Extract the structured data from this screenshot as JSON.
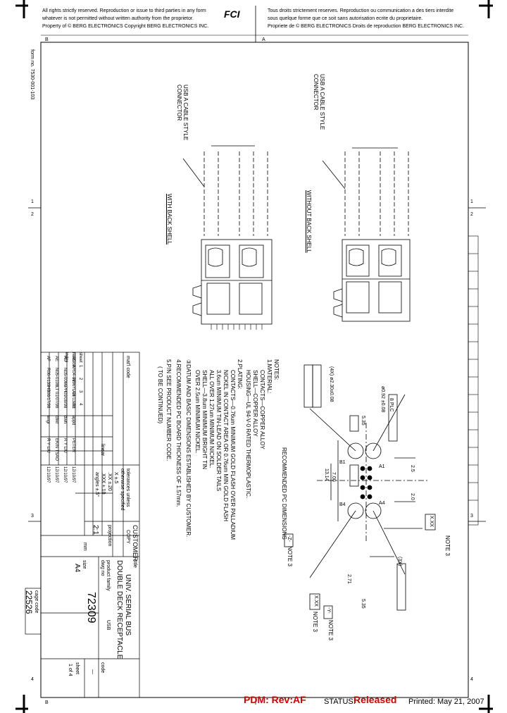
{
  "header": {
    "left_line1": "All rights strictly reserved.  Reproduction or issue to third parties in any form",
    "left_line2": "whatever is not permitted without written authority from the proprietor.",
    "left_line3": "Property of © BERG ELECTRONICS     Copyright BERG ELECTRONICS INC.",
    "right_line1": "Tous droits strictement reserves.  Reproduction ou communication a des tiers interdite",
    "right_line2": "sous quelque forme que ce soit sans autorisation ecrite du proprietaire.",
    "right_line3": "Propriete de © BERG ELECTRONICS     Droits de reproduction BERG ELECTRONICS INC.",
    "logo_text": "FCI"
  },
  "border": {
    "zone_B": "B",
    "zone_A": "A",
    "row_1": "1",
    "row_2": "2",
    "row_3": "3",
    "row_4": "4",
    "form_no": "form no. 7530-001-103"
  },
  "views": {
    "left_connector_label": "USB A CABLE STYLE CONNECTOR",
    "right_connector_label": "USB A CABLE STYLE CONNECTOR",
    "with_back_shell": "WITH BACK SHELL",
    "without_back_shell": "WITHOUT BACK SHELL"
  },
  "notes": {
    "title": "NOTES:",
    "n1": "1.MATERIAL:",
    "n1a": "CONTACTS—COPPER ALLOY",
    "n1b": "SHELL—COPPER ALLOY",
    "n1c": "HOUSING—UL 94-V-0 RATED THERMOPLASTIC.",
    "n2": "2.PLATING:",
    "n2a": "CONTACTS—0.76um MINIMUM GOLD FLASH OVER PALLADIUM",
    "n2b": "NICKEL IN CONTACT AREA OR 0.76um MIN GOLD FLASH",
    "n2c": "3.6um MINIMUM TIN-LEAD ON SOLDER TAILS",
    "n2d": "ALL OVER 1.27um MINIMUM NICKEL.",
    "n2e": "SHELL—3.8um MINIMUM BRIGHT TIN",
    "n2f": "OVER 2.5um MINIMUM NICKEL.",
    "n3": "③DATUM AND BASIC DIMENSIONS ESTABLISHED BY CUSTOMER.",
    "n4": "4.RECOMMENDED PC BOARD THICKNESS OF 1.57mm.",
    "n5": "5.P/N SEE PRODUCT NUMBER CODE.",
    "n6": "( TO BE CONTINUED)"
  },
  "pcb": {
    "title": "RECOMMENDED PC DIMENSIONS",
    "note3_a": "NOTE 3",
    "note3_b": "NOTE 3",
    "note3_c": "NOTE 3",
    "note3_d": "NOTE 3",
    "dim_092": "ø0.92 ±0.08",
    "dim_092_plc": "8 PLC",
    "dim_230": "(4X) ø2.30±0.08",
    "dim_3x": "(3X)",
    "dim_1": "2.5",
    "dim_2": "2.0",
    "dim_3": "7.00",
    "dim_4": "13.14",
    "dim_5": "5.35",
    "dim_6": "5.35",
    "dim_7": "2.71",
    "pin_B1": "B1",
    "pin_A1": "A1",
    "pin_B4": "B4",
    "pin_A4": "A4",
    "datum_X": "X.XX",
    "datum_Z": "-Z-",
    "datum_Y": "-Y-"
  },
  "titleblock": {
    "customer": "CUSTOMER",
    "copy": "COPY",
    "projection": "projection",
    "tolerances_a": "tolerances unless",
    "tolerances_b": "otherwise specified",
    "tol_x": "X   ±.5",
    "tol_xx": ".XX  ±.20",
    "tol_xxx": ".XXX  ±.10",
    "angles": "angles  ±.5°",
    "linear": "linear",
    "scale": "2:1",
    "units": "mm",
    "title_label": "title",
    "title_line1": "UNIV. SERIAL BUS",
    "title_line2": "DOUBLE DECK RECEPTACLE",
    "product_family_label": "product family",
    "product_family": "USB",
    "dwg_no_label": "dwg no",
    "dwg_no": "72309",
    "size_label": "size",
    "size": "A4",
    "code_label": "code",
    "code": "—",
    "sheet_label": "sheet",
    "sheet": "1 of 4",
    "cage_label": "cage code",
    "cage": "22526",
    "mat_code": "mat'l code",
    "dr_rows": [
      [
        "AF",
        "R06-0139",
        "HB",
        "06/17/98",
        "engr",
        "R Y LIU",
        "12/10/97"
      ],
      [
        "AE",
        "N05-0108",
        "LT",
        "01/07/98",
        "chkr",
        "EKIN TSAO",
        "12/10/97"
      ],
      [
        "AD",
        "N05-0066",
        "PH",
        "09/09/98",
        "dwn",
        "R Y LIU",
        "12/10/97"
      ],
      [
        "AC",
        "R04-0196",
        "YL",
        "04/13/98",
        "appd",
        "PETER",
        "12/10/97"
      ]
    ],
    "index_rows": [
      [
        "sheet",
        "1",
        "2",
        "3",
        "4"
      ],
      [
        "revision",
        "AF",
        "AF",
        "AE",
        "AE"
      ],
      [
        "index",
        "",
        "",
        "",
        ""
      ]
    ]
  },
  "footer": {
    "pdm": "PDM: Rev:AF",
    "status_label": "STATUS:",
    "status_value": "Released",
    "printed": "Printed: May 21, 2007"
  },
  "colors": {
    "pdm": "#cc0000",
    "status": "#cc0000",
    "line": "#000000"
  }
}
